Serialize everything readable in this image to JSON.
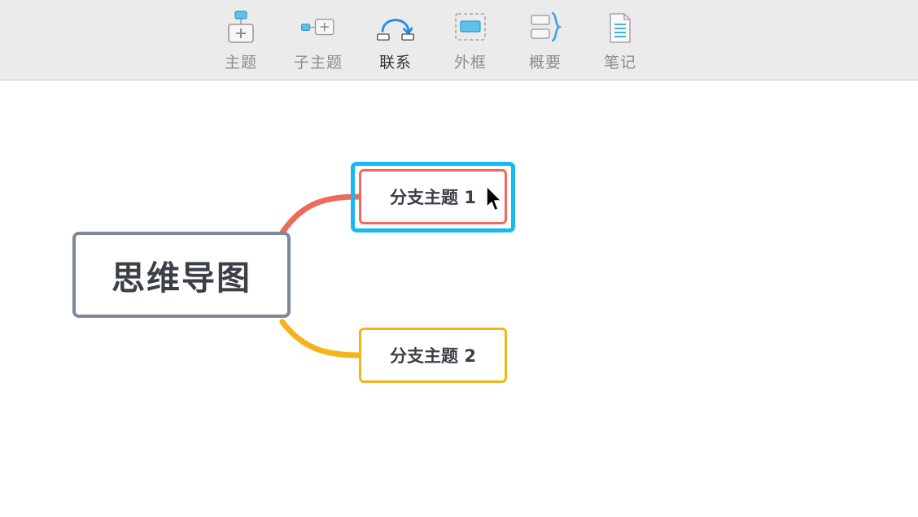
{
  "toolbar": {
    "items": [
      {
        "label": "主题",
        "icon": "topic-icon",
        "active": false
      },
      {
        "label": "子主题",
        "icon": "subtopic-icon",
        "active": false
      },
      {
        "label": "联系",
        "icon": "relationship-icon",
        "active": true
      },
      {
        "label": "外框",
        "icon": "boundary-icon",
        "active": false
      },
      {
        "label": "概要",
        "icon": "summary-icon",
        "active": false
      },
      {
        "label": "笔记",
        "icon": "notes-icon",
        "active": false
      }
    ]
  },
  "mindmap": {
    "central_topic": "思维导图",
    "branches": [
      {
        "label": "分支主题 1",
        "color": "#ee6a5c",
        "selected": true
      },
      {
        "label": "分支主题 2",
        "color": "#f5b31a",
        "selected": false
      }
    ]
  },
  "colors": {
    "selection": "#1ab8f3",
    "root_border": "#7f8899",
    "icon_blue": "#39a7e0",
    "icon_gray": "#a5a5a5"
  }
}
